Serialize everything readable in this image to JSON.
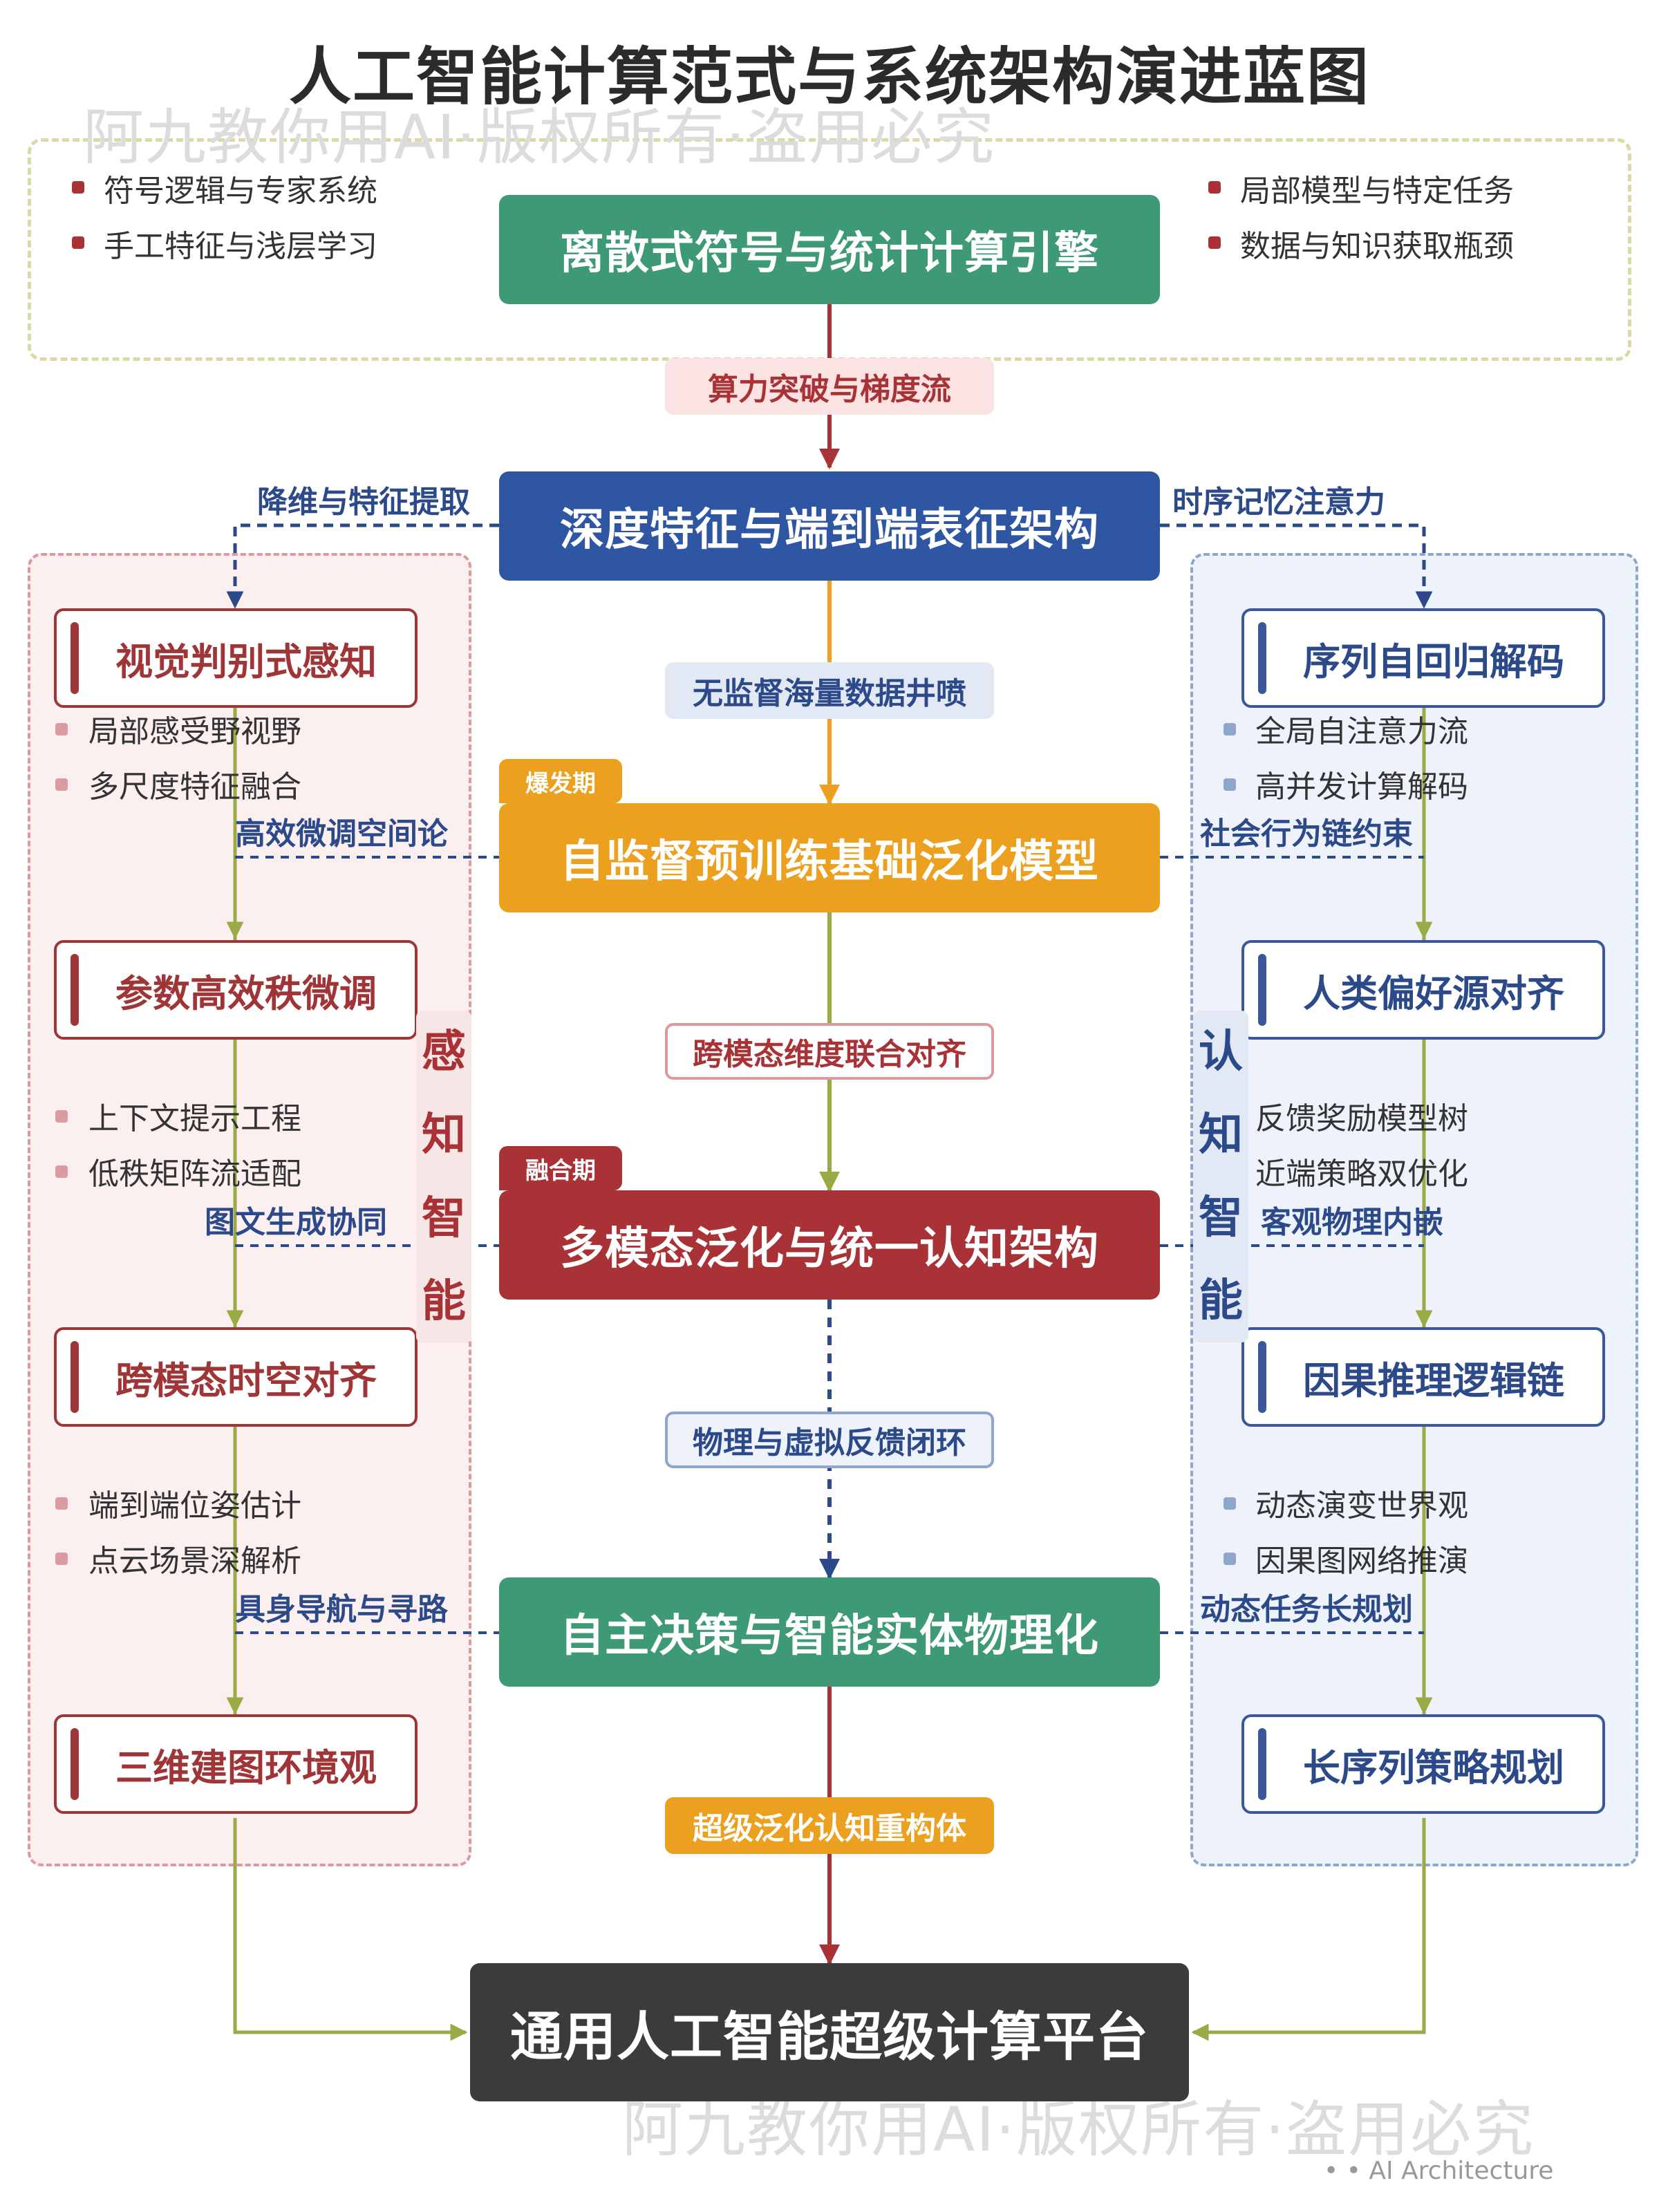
{
  "title": "人工智能计算范式与系统架构演进蓝图",
  "watermark": "阿九教你用AI·版权所有·盗用必究",
  "footer": "AI Architecture",
  "colors": {
    "green": "#3d9a74",
    "blue": "#2f56a3",
    "orange": "#eba020",
    "red": "#a93236",
    "dark": "#3b3b3b",
    "olive": "#9aab45"
  },
  "top_zone": {
    "left_bullets": [
      "符号逻辑与专家系统",
      "手工特征与浅层学习"
    ],
    "right_bullets": [
      "局部模型与特定任务",
      "数据与知识获取瓶颈"
    ]
  },
  "main": {
    "m1": "离散式符号与统计计算引擎",
    "m2": "深度特征与端到端表征架构",
    "m3": "自监督预训练基础泛化模型",
    "m4": "多模态泛化与统一认知架构",
    "m5": "自主决策与智能实体物理化",
    "m6": "通用人工智能超级计算平台"
  },
  "edges": {
    "e1": "算力突破与梯度流",
    "e2": "无监督海量数据井喷",
    "e3": "跨模态维度联合对齐",
    "e4": "物理与虚拟反馈闭环",
    "e5": "超级泛化认知重构体"
  },
  "tags": {
    "t1": "爆发期",
    "t2": "融合期"
  },
  "left_col": {
    "vertical": [
      "感",
      "知",
      "智",
      "能"
    ],
    "boxes": [
      "视觉判别式感知",
      "参数高效秩微调",
      "跨模态时空对齐",
      "三维建图环境观"
    ],
    "bullets": [
      [
        "局部感受野视野",
        "多尺度特征融合"
      ],
      [
        "上下文提示工程",
        "低秩矩阵流适配"
      ],
      [
        "端到端位姿估计",
        "点云场景深解析"
      ]
    ],
    "links": [
      "降维与特征提取",
      "高效微调空间论",
      "图文生成协同",
      "具身导航与寻路"
    ]
  },
  "right_col": {
    "vertical": [
      "认",
      "知",
      "智",
      "能"
    ],
    "boxes": [
      "序列自回归解码",
      "人类偏好源对齐",
      "因果推理逻辑链",
      "长序列策略规划"
    ],
    "bullets": [
      [
        "全局自注意力流",
        "高并发计算解码"
      ],
      [
        "反馈奖励模型树",
        "近端策略双优化"
      ],
      [
        "动态演变世界观",
        "因果图网络推演"
      ]
    ],
    "links": [
      "时序记忆注意力",
      "社会行为链约束",
      "客观物理内嵌",
      "动态任务长规划"
    ]
  }
}
